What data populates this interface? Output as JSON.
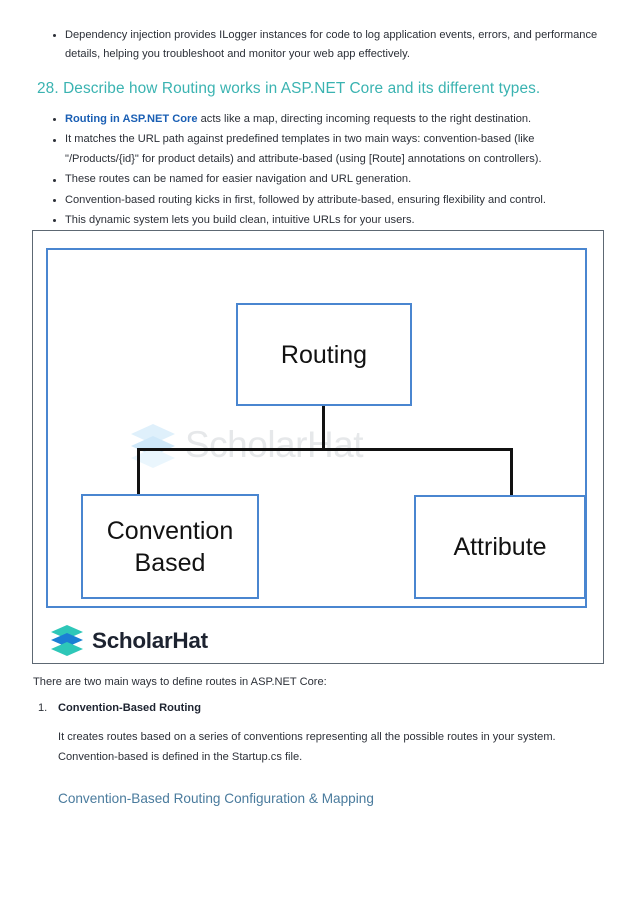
{
  "document": {
    "top_bullets": [
      {
        "prefix": "",
        "text": "Dependency injection provides ILogger instances for code to log application events, errors, and performance details, helping you troubleshoot and monitor your web app effectively."
      }
    ],
    "section_heading": "28. Describe how Routing works in ASP.NET Core and its different types.",
    "routing_bullets": [
      {
        "strong": "Routing in ASP.NET Core",
        "text": " acts like a map, directing incoming requests to the right destination."
      },
      {
        "strong": "",
        "text": "It matches the URL path against predefined templates in two main ways: convention-based (like \"/Products/{id}\" for product details) and attribute-based (using [Route] annotations on controllers)."
      },
      {
        "strong": "",
        "text": "These routes can be named for easier navigation and URL generation."
      },
      {
        "strong": "",
        "text": "Convention-based routing kicks in first, followed by attribute-based, ensuring flexibility and control."
      },
      {
        "strong": "",
        "text": "This dynamic system lets you build clean, intuitive URLs for your users."
      }
    ],
    "diagram": {
      "watermark_text": "ScholarHat",
      "brand_text": "ScholarHat",
      "nodes": {
        "root": "Routing",
        "left": "Convention Based",
        "right": "Attribute"
      },
      "colors": {
        "node_border": "#4a86d0",
        "inner_border": "#4a86d0",
        "card_border": "#5d6873",
        "connector": "#111111",
        "watermark": "#e6e8ea"
      }
    },
    "intro_paragraph": "There are two main ways to define routes in ASP.NET Core:",
    "numbered_items": [
      {
        "marker": "1.",
        "title": "Convention-Based Routing",
        "body": "It creates routes based on a series of conventions representing all the possible routes in your system. Convention-based is defined in the Startup.cs file.",
        "sub_heading": "Convention-Based Routing Configuration & Mapping"
      }
    ],
    "colors": {
      "heading_teal": "#3ab3b1",
      "link_blue": "#1a5fb4",
      "subheading_slate": "#4a7b9d",
      "body_text": "#2c3038"
    }
  }
}
